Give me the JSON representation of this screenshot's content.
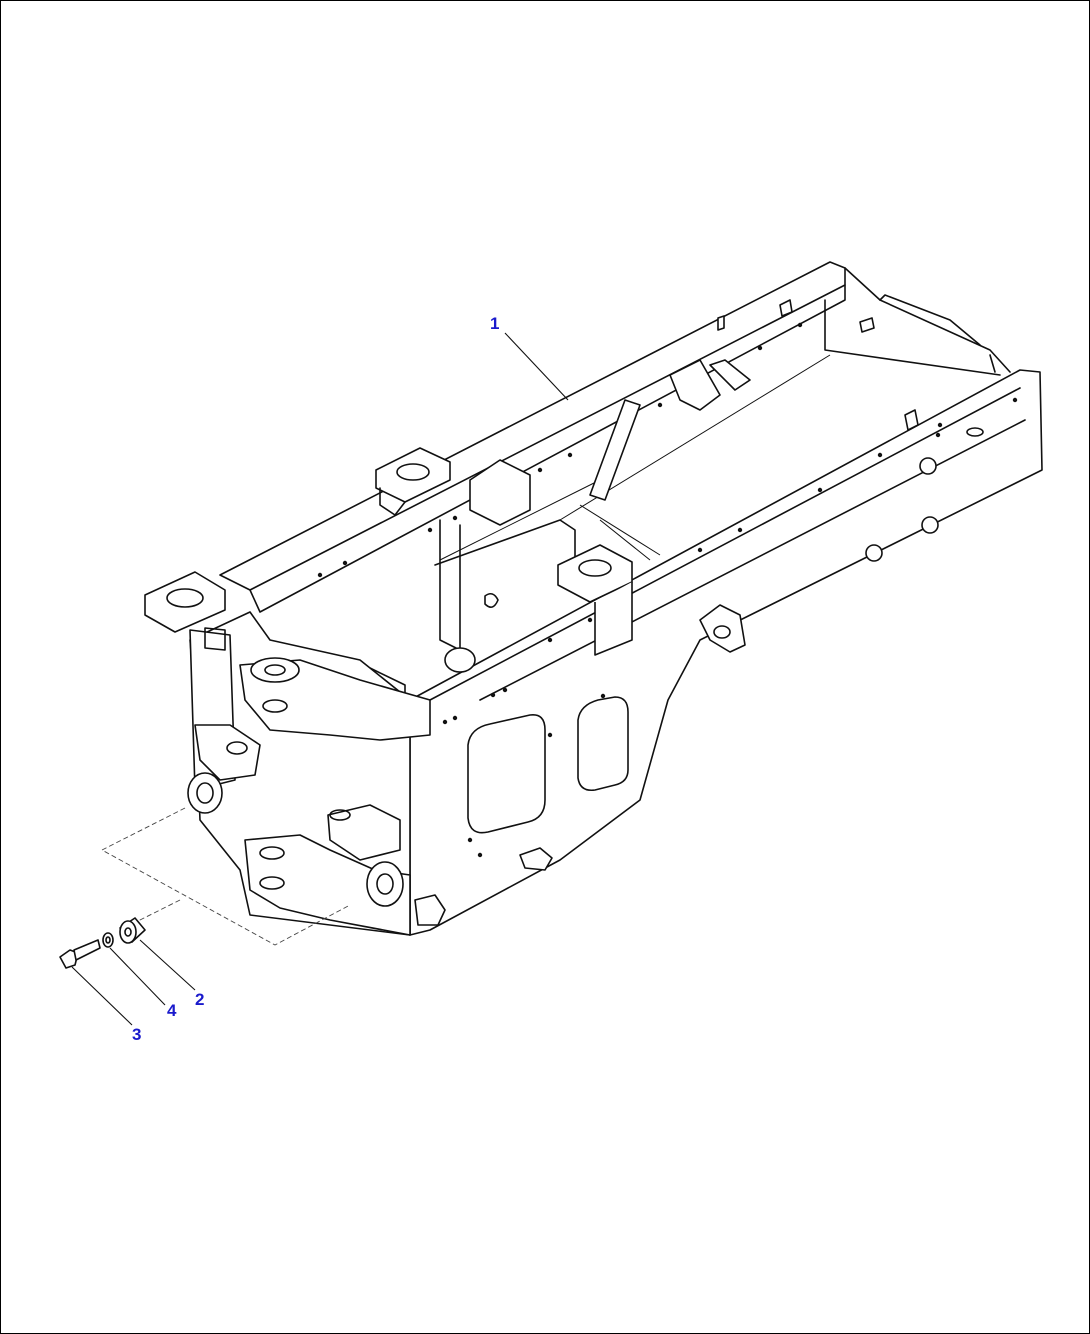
{
  "callouts": [
    {
      "id": "1",
      "label": "1"
    },
    {
      "id": "2",
      "label": "2"
    },
    {
      "id": "3",
      "label": "3"
    },
    {
      "id": "4",
      "label": "4"
    }
  ],
  "colors": {
    "callout": "#1a1acc",
    "line": "#111111"
  }
}
